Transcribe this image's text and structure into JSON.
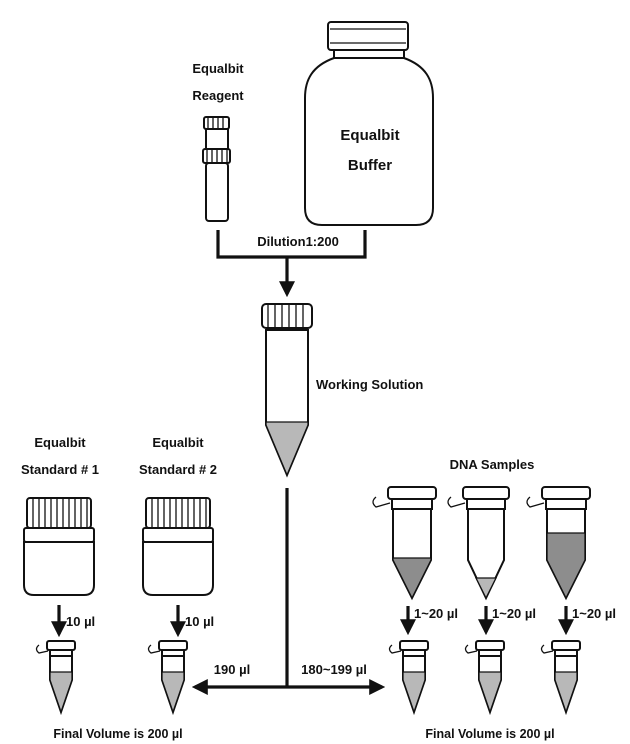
{
  "labels": {
    "reagent_line1": "Equalbit",
    "reagent_line2": "Reagent",
    "buffer_line1": "Equalbit",
    "buffer_line2": "Buffer",
    "dilution": "Dilution1:200",
    "working_solution": "Working Solution",
    "std1_line1": "Equalbit",
    "std1_line2": "Standard # 1",
    "std2_line1": "Equalbit",
    "std2_line2": "Standard # 2",
    "dna_samples": "DNA Samples",
    "std1_volume": "10 µl",
    "std2_volume": "10 µl",
    "sample1_volume": "1~20 µl",
    "sample2_volume": "1~20 µl",
    "sample3_volume": "1~20 µl",
    "left_branch_volume": "190 µl",
    "right_branch_volume": "180~199 µl",
    "final_volume_left": "Final Volume is 200 µl",
    "final_volume_right": "Final Volume is 200 µl"
  },
  "colors": {
    "ink": "#111111",
    "liquid": "#b8b8b8",
    "liquid_dark": "#8d8d8d",
    "background": "#ffffff"
  }
}
